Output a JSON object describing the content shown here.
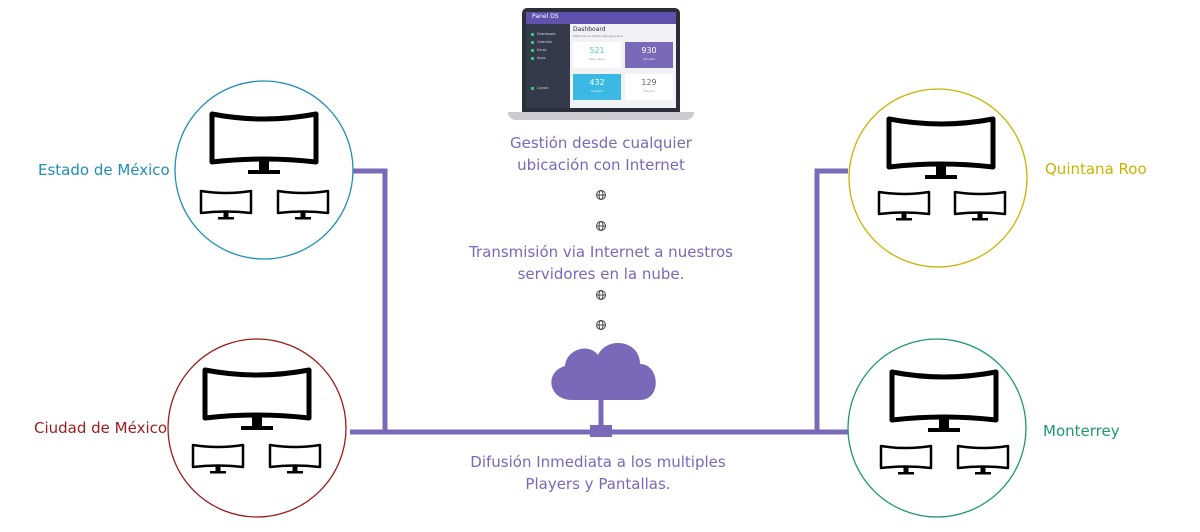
{
  "colors": {
    "line": "#7a68b8",
    "text_primary": "#7a68b8",
    "estado_de_mexico": "#1f8fb3",
    "ciudad_de_mexico": "#9c1c1c",
    "quintana_roo": "#c8b400",
    "monterrey": "#1d9a6c"
  },
  "steps": {
    "management": [
      "Gestión desde cualquier",
      "ubicación con Internet"
    ],
    "transmission": [
      "Transmisión via Internet a nuestros",
      "servidores en la nube."
    ],
    "broadcast": [
      "Difusión Inmediata a los multiples",
      "Players y Pantallas."
    ]
  },
  "locations": {
    "estado_de_mexico": "Estado de México",
    "ciudad_de_mexico": "Ciudad de México",
    "quintana_roo": "Quintana Roo",
    "monterrey": "Monterrey"
  },
  "laptop": {
    "app_name": "Panel DS",
    "page_title": "Dashboard",
    "page_subtitle": "Welcome to digital signage panel",
    "menu": [
      "Dashboard",
      "Calendar",
      "Email",
      "Apps",
      "Layout"
    ],
    "cards": [
      {
        "value": "521",
        "caption": "New users"
      },
      {
        "value": "930",
        "caption": "Uploads"
      },
      {
        "value": "432",
        "caption": "Screens"
      },
      {
        "value": "129",
        "caption": "Players"
      }
    ]
  },
  "icons": {
    "connector": "globe-icon",
    "cloud": "cloud-icon",
    "screen": "monitor-icon"
  }
}
